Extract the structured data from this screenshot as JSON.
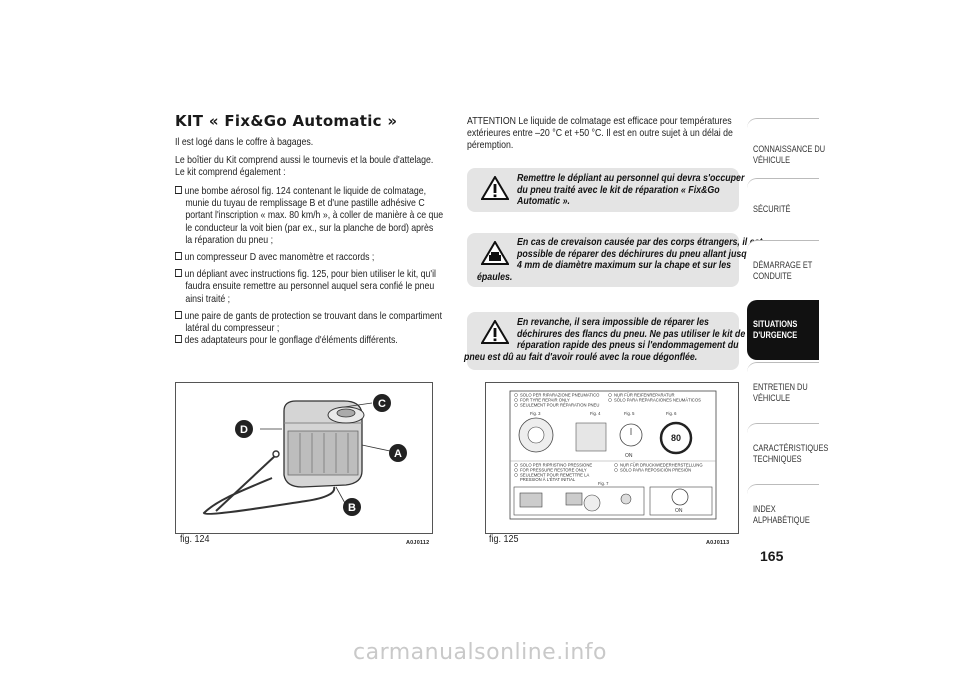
{
  "section": {
    "title": "KIT « Fix&Go Automatic »",
    "intro_lines": [
      "Il est logé dans le coffre à bagages.",
      "Le boîtier du Kit comprend aussi le tournevis et la boule d'attelage.",
      "Le kit comprend également :"
    ],
    "bullets": [
      {
        "lines": [
          "une bombe aérosol fig. 124 contenant le liquide de colmatage,",
          "munie du tuyau de remplissage B et d'une pastille adhésive C",
          "portant l'inscription « max. 80 km/h », à coller de manière à ce que",
          "le conducteur la voit bien (par ex., sur la planche de bord) après",
          "la réparation du pneu ;"
        ]
      },
      {
        "lines": [
          "un compresseur D avec manomètre et raccords ;"
        ]
      },
      {
        "lines": [
          "un dépliant avec instructions fig. 125, pour bien utiliser le kit, qu'il",
          "faudra ensuite remettre au personnel auquel sera confié le pneu",
          "ainsi traité ;"
        ]
      },
      {
        "lines": [
          "une paire de gants de protection se trouvant dans le compartiment",
          "latéral du compresseur ;"
        ]
      },
      {
        "lines": [
          "des adaptateurs pour le gonflage d'éléments différents."
        ]
      }
    ]
  },
  "attention": {
    "lines": [
      "ATTENTION Le liquide de colmatage est efficace pour températures",
      "extérieures entre –20 °C et +50 °C. Il est en outre sujet à un délai de",
      "péremption."
    ]
  },
  "warnings": [
    {
      "lines": [
        "Remettre le dépliant au personnel qui devra s'occuper",
        "du pneu traité avec le kit de réparation « Fix&Go",
        "Automatic »."
      ]
    },
    {
      "lines": [
        "En cas de crevaison causée par des corps étrangers, il est",
        "possible de réparer des déchirures du pneu allant jusqu'à",
        "4 mm de diamètre maximum sur la chape et sur les",
        "épaules."
      ]
    },
    {
      "lines": [
        "En revanche, il sera impossible de réparer les",
        "déchirures des flancs du pneu. Ne pas utiliser le kit de",
        "réparation rapide des pneus si l'endommagement du",
        "pneu est dû au fait d'avoir roulé avec la roue dégonflée."
      ]
    }
  ],
  "figures": {
    "fig124": {
      "label": "fig. 124",
      "code": "A0J0112",
      "callouts": [
        "A",
        "B",
        "C",
        "D"
      ]
    },
    "fig125": {
      "label": "fig. 125",
      "code": "A0J0113",
      "leaflet_top_left": [
        "SOLO PER RIPARAZIONE PNEUMATICO",
        "FOR TYRE REPAIR ONLY",
        "SEULEMENT POUR RÉPARATION PNEU"
      ],
      "leaflet_top_right": [
        "NUR FÜR REIFENREPARATUR",
        "SÓLO PARA REPARACIONES NEUMÁTICOS"
      ],
      "leaflet_mid_left": [
        "SOLO PER RIPRISTINO PRESSIONE",
        "FOR PRESSURE RESTORE ONLY",
        "SEULEMENT POUR REMETTRE LA",
        "PRESSION À L'ÉTAT INITIAL"
      ],
      "leaflet_mid_right": [
        "NUR FÜR DRUCKWIEDERHERSTELLUNG",
        "SÓLO PARA REPOSICIÓN PRESIÓN"
      ],
      "panel_labels": [
        "Fig. 3",
        "Fig. 4",
        "Fig. 5",
        "Fig. 6",
        "Fig. 7"
      ],
      "switch_label": "ON",
      "speed_sign": "80"
    }
  },
  "sidebar_tabs": [
    {
      "label": [
        "CONNAISSANCE DU",
        "VÉHICULE"
      ],
      "active": false
    },
    {
      "label": [
        "SÉCURITÉ"
      ],
      "active": false
    },
    {
      "label": [
        "DÉMARRAGE ET",
        "CONDUITE"
      ],
      "active": false
    },
    {
      "label": [
        "SITUATIONS",
        "D'URGENCE"
      ],
      "active": true
    },
    {
      "label": [
        "ENTRETIEN DU",
        "VÉHICULE"
      ],
      "active": false
    },
    {
      "label": [
        "CARACTÉRISTIQUES",
        "TECHNIQUES"
      ],
      "active": false
    },
    {
      "label": [
        "INDEX",
        "ALPHABÉTIQUE"
      ],
      "active": false
    }
  ],
  "page_number": "165",
  "watermark": "carmanualsonline.info",
  "colors": {
    "warning_bg": "#e4e4e4",
    "active_tab": "#111111",
    "watermark": "#c9c9c9"
  }
}
